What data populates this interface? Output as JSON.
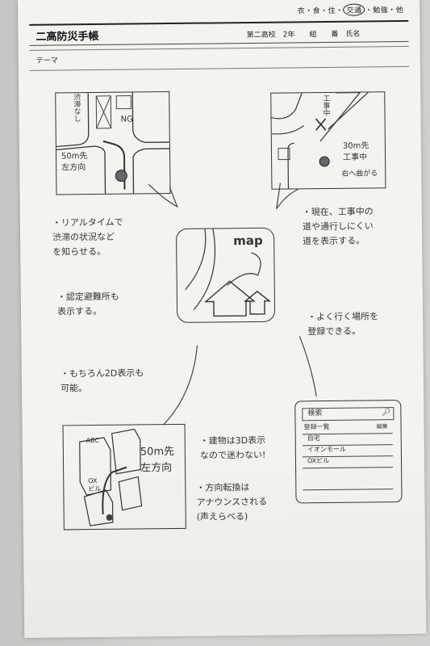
{
  "header": {
    "categories": "衣・食・住・",
    "category_circled": "交通",
    "categories_rest": "・勉強・他",
    "title": "二高防災手帳",
    "student_line": "第二高校　2年　　組　　番　氏名"
  },
  "theme_label": "テーマ",
  "center": {
    "app_label": "map"
  },
  "sketch_tl": {
    "ng": "NG",
    "jam": "渋滞なし",
    "nav": "50m先\n左方向"
  },
  "sketch_tr": {
    "construction": "工事中",
    "nav": "30m先\n工事中",
    "turn": "右へ曲がる"
  },
  "sketch_bl": {
    "nav": "50m先\n左方向",
    "bldg1": "ABC",
    "bldg2": "OX\nビル"
  },
  "sketch_br": {
    "search_label": "検索",
    "list_header": "登録一覧",
    "list_header_right": "編集",
    "items": [
      "自宅",
      "イオンモール",
      "OXビル"
    ]
  },
  "notes": {
    "left1": "・リアルタイムで\n渋滞の状況など\nを知らせる。",
    "left2": "・認定避難所も\n表示する。",
    "left3": "・もちろん2D表示も\n可能。",
    "right1": "・現在、工事中の\n道や通行しにくい\n道を表示する。",
    "right2": "・よく行く場所を\n登録できる。",
    "bottom1": "・建物は3D表示\nなので迷わない!",
    "bottom2": "・方向転換は\nアナウンスされる\n(声えらべる)"
  }
}
